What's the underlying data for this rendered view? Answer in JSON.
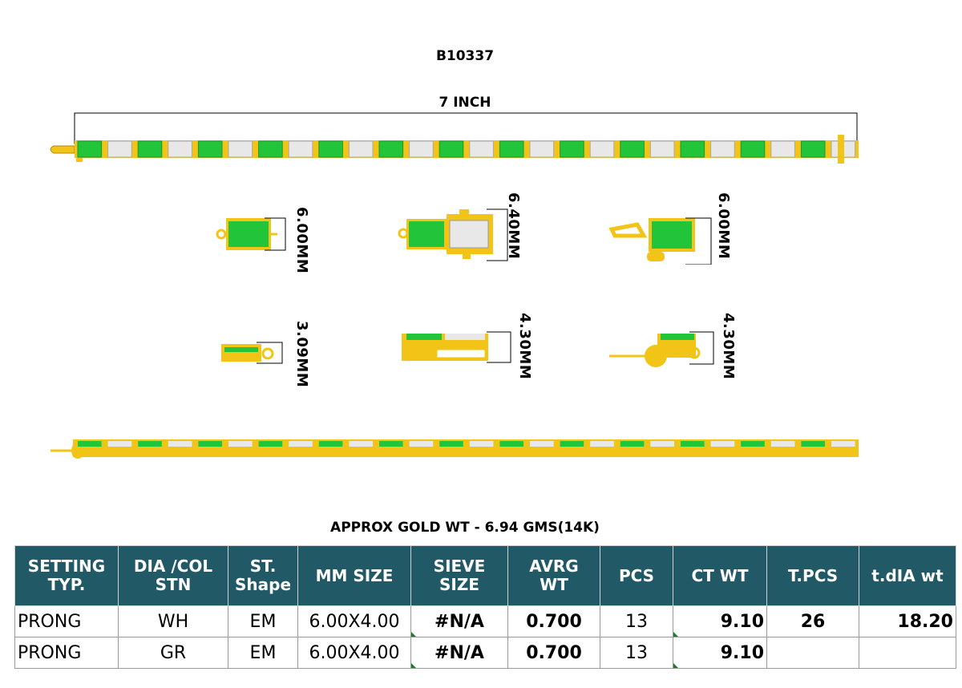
{
  "design_code": "B10337",
  "length_label": "7 INCH",
  "dims": {
    "top_left": "6.00MM",
    "top_mid": "6.40MM",
    "top_right": "6.00MM",
    "side_left": "3.09MM",
    "side_mid": "4.30MM",
    "side_right": "4.30MM"
  },
  "gold_weight": "APPROX GOLD WT - 6.94 GMS(14K)",
  "colors": {
    "emerald": "#22c43a",
    "diamond": "#e8e8e8",
    "gold": "#f2c418",
    "header": "#215967"
  },
  "table": {
    "headers": {
      "setting_a": "SETTING",
      "setting_b": "TYP.",
      "dia_a": "DIA  /COL",
      "dia_b": "STN",
      "st_a": "ST.",
      "st_b": "Shape",
      "mm": "MM SIZE",
      "sieve_a": "SIEVE",
      "sieve_b": "SIZE",
      "avg_a": "AVRG",
      "avg_b": "WT",
      "pcs": "PCS",
      "ct": "CT WT",
      "tpcs": "T.PCS",
      "tdia": "t.dIA wt"
    },
    "rows": [
      {
        "setting": "PRONG",
        "col": "WH",
        "shape": "EM",
        "mm": "6.00X4.00",
        "sieve": "#N/A",
        "avg": "0.700",
        "pcs": "13",
        "ct": "9.10",
        "tpcs": "26",
        "tdia": "18.20"
      },
      {
        "setting": "PRONG",
        "col": "GR",
        "shape": "EM",
        "mm": "6.00X4.00",
        "sieve": "#N/A",
        "avg": "0.700",
        "pcs": "13",
        "ct": "9.10",
        "tpcs": "",
        "tdia": ""
      }
    ]
  }
}
